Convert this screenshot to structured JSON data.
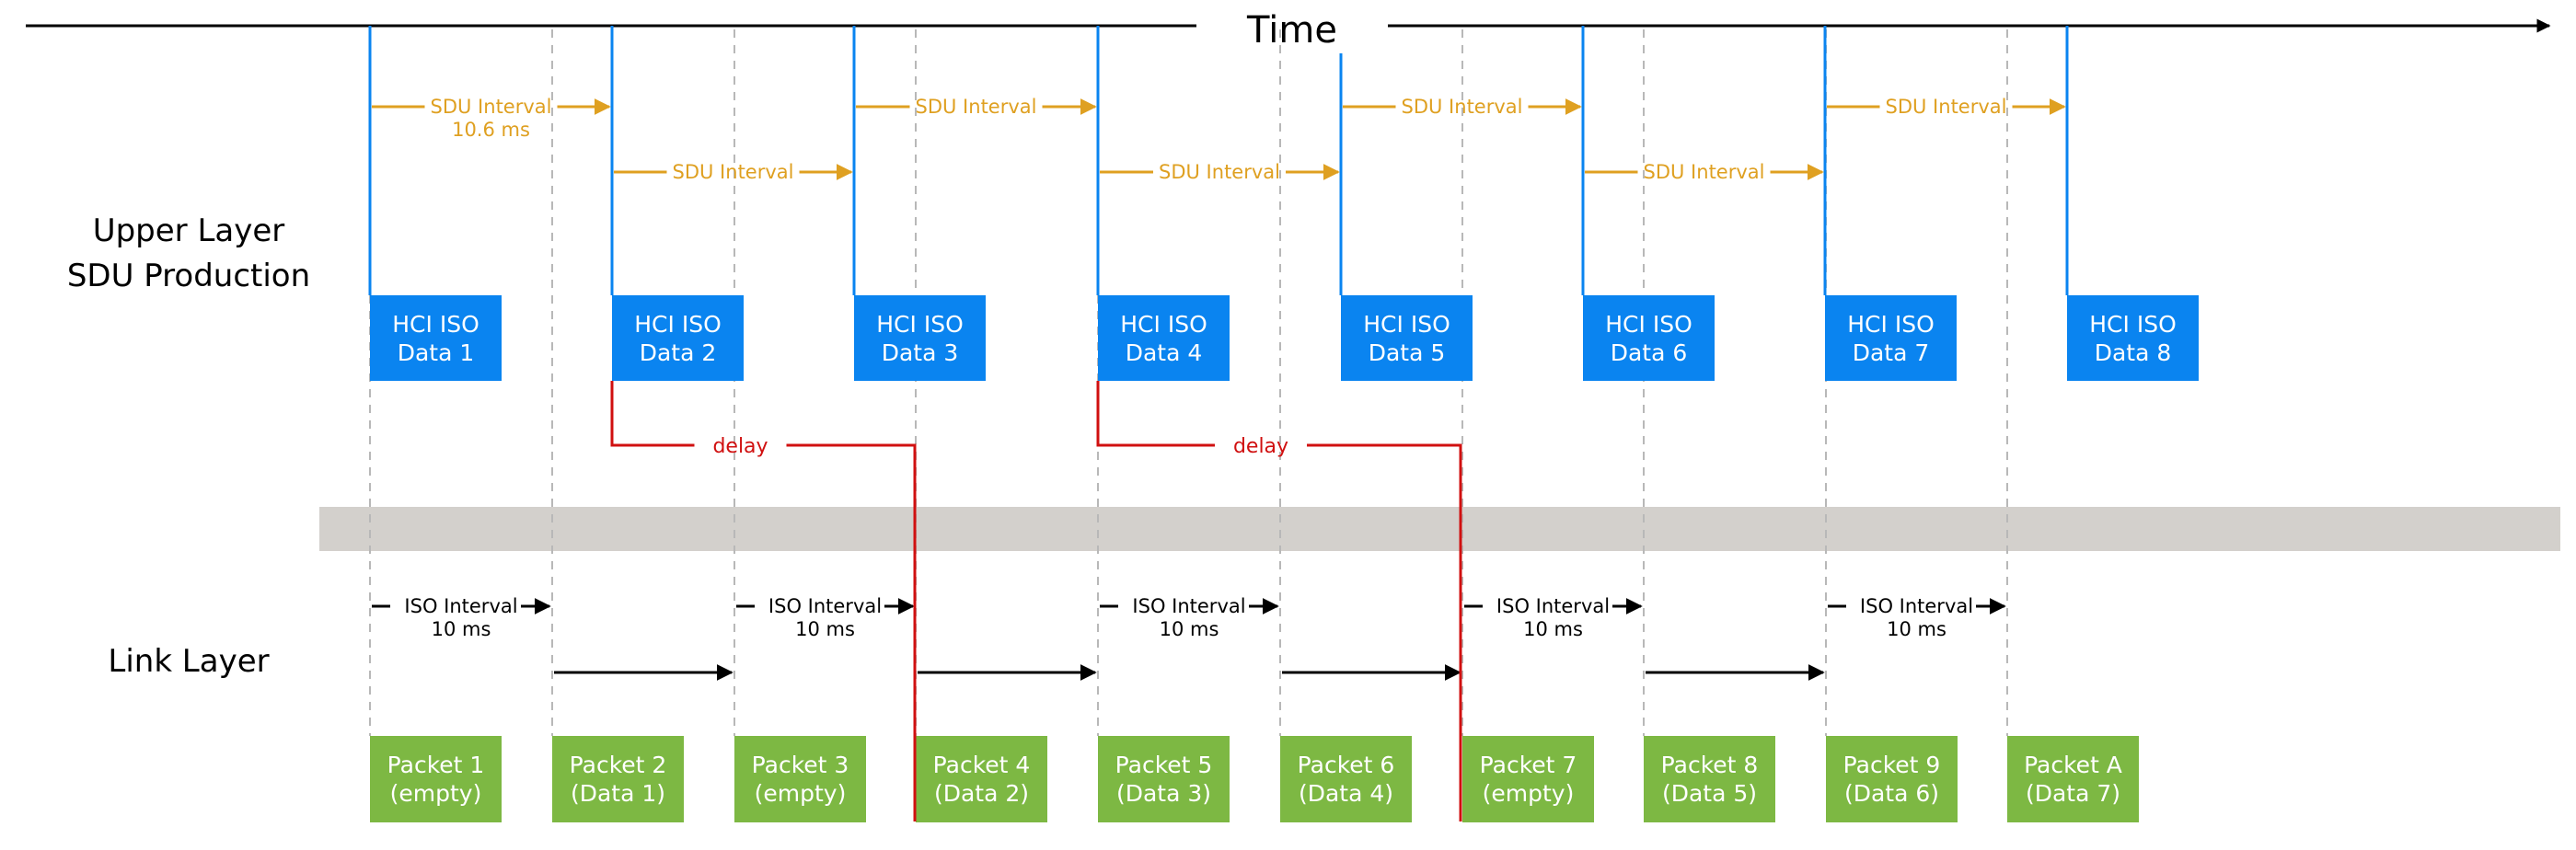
{
  "title": "Time",
  "upper_layer_label": [
    "Upper Layer",
    "SDU Production"
  ],
  "link_layer_label": "Link Layer",
  "sdu_interval_label": "SDU Interval",
  "sdu_interval_value": "10.6 ms",
  "iso_interval_label": "ISO Interval",
  "iso_interval_value": "10 ms",
  "delay_label": "delay",
  "hci_packets": [
    {
      "line1": "HCI ISO",
      "line2": "Data 1"
    },
    {
      "line1": "HCI ISO",
      "line2": "Data 2"
    },
    {
      "line1": "HCI ISO",
      "line2": "Data 3"
    },
    {
      "line1": "HCI ISO",
      "line2": "Data 4"
    },
    {
      "line1": "HCI ISO",
      "line2": "Data 5"
    },
    {
      "line1": "HCI ISO",
      "line2": "Data 6"
    },
    {
      "line1": "HCI ISO",
      "line2": "Data 7"
    },
    {
      "line1": "HCI ISO",
      "line2": "Data 8"
    }
  ],
  "link_packets": [
    {
      "line1": "Packet 1",
      "line2": "(empty)"
    },
    {
      "line1": "Packet 2",
      "line2": "(Data 1)"
    },
    {
      "line1": "Packet 3",
      "line2": "(empty)"
    },
    {
      "line1": "Packet 4",
      "line2": "(Data 2)"
    },
    {
      "line1": "Packet 5",
      "line2": "(Data 3)"
    },
    {
      "line1": "Packet 6",
      "line2": "(Data 4)"
    },
    {
      "line1": "Packet 7",
      "line2": "(empty)"
    },
    {
      "line1": "Packet 8",
      "line2": "(Data 5)"
    },
    {
      "line1": "Packet 9",
      "line2": "(Data 6)"
    },
    {
      "line1": "Packet A",
      "line2": "(Data 7)"
    }
  ],
  "colors": {
    "hci_box": "#0a84f0",
    "packet_box": "#7db843",
    "sdu_arrow": "#dfa021",
    "delay_line": "#d01010",
    "layer_band": "#d3d0cc",
    "axis": "#000000",
    "guide": "#b8b8b8"
  }
}
